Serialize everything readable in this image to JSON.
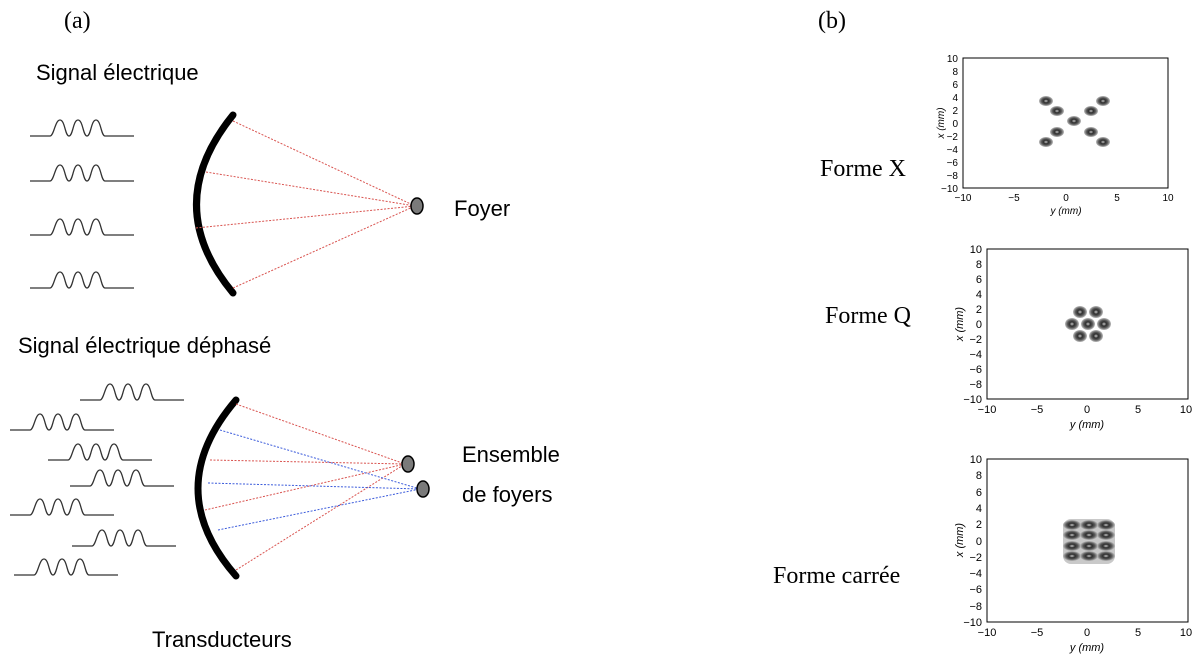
{
  "panel_a": {
    "label": "(a)",
    "top_title": "Signal électrique",
    "focus_label": "Foyer",
    "bottom_title": "Signal électrique déphasé",
    "foci_label_line1": "Ensemble",
    "foci_label_line2": "de foyers",
    "transducers_label": "Transducteurs",
    "colors": {
      "red_ray": "#d9534f",
      "blue_ray": "#3b5bdb",
      "focus_fill": "#7a7a7a"
    }
  },
  "panel_b": {
    "label": "(b)",
    "plots": [
      {
        "name": "Forme X",
        "xlabel": "y (mm)",
        "ylabel": "x (mm)",
        "yticks": [
          "10",
          "8",
          "6",
          "4",
          "2",
          "0",
          "−2",
          "−4",
          "−6",
          "−8",
          "−10"
        ],
        "xticks": [
          "−10",
          "−5",
          "0",
          "5",
          "10"
        ]
      },
      {
        "name": "Forme Q",
        "xlabel": "y (mm)",
        "ylabel": "x (mm)",
        "yticks": [
          "10",
          "8",
          "6",
          "4",
          "2",
          "0",
          "−2",
          "−4",
          "−6",
          "−8",
          "−10"
        ],
        "xticks": [
          "−10",
          "−5",
          "0",
          "5",
          "10"
        ]
      },
      {
        "name": "Forme carrée",
        "xlabel": "y (mm)",
        "ylabel": "x (mm)",
        "yticks": [
          "10",
          "8",
          "6",
          "4",
          "2",
          "0",
          "−2",
          "−4",
          "−6",
          "−8",
          "−10"
        ],
        "xticks": [
          "−10",
          "−5",
          "0",
          "5",
          "10"
        ]
      }
    ]
  }
}
